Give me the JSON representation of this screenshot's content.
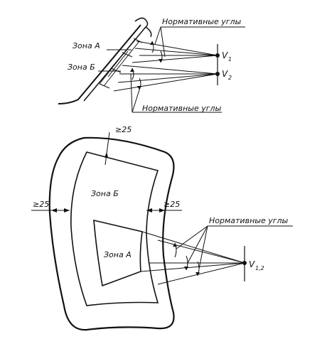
{
  "top_view": {
    "label_normative_top": "Нормативные углы",
    "label_normative_bottom": "Нормативные углы",
    "label_zone_a": "Зона А",
    "label_zone_b": "Зона Б",
    "label_v1": "V",
    "label_v1_sub": "1",
    "label_v2": "V",
    "label_v2_sub": "2"
  },
  "front_view": {
    "label_top_margin": "≥25",
    "label_left_margin": "≥25",
    "label_right_margin": "≥25",
    "label_zone_b": "Зона Б",
    "label_zone_a": "Зона А",
    "label_normative": "Нормативные углы",
    "label_v12": "V",
    "label_v12_sub": "1,2"
  },
  "colors": {
    "ink": "#111111",
    "background": "#ffffff"
  }
}
